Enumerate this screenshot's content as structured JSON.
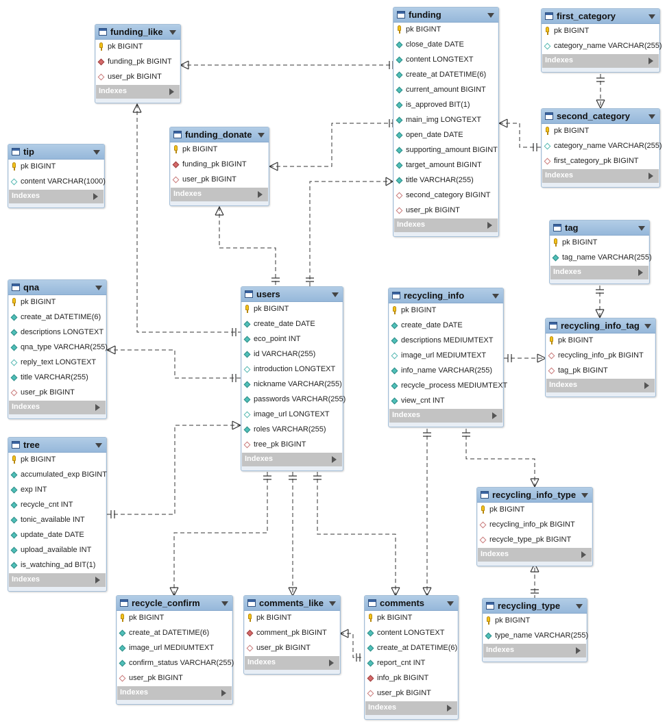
{
  "diagram": {
    "indexes_label": "Indexes",
    "tables": [
      {
        "id": "funding_like",
        "name": "funding_like",
        "columns": [
          {
            "text": "pk BIGINT",
            "icon": "key"
          },
          {
            "text": "funding_pk BIGINT",
            "icon": "fk"
          },
          {
            "text": "user_pk BIGINT",
            "icon": "fkn"
          }
        ]
      },
      {
        "id": "tip",
        "name": "tip",
        "columns": [
          {
            "text": "pk BIGINT",
            "icon": "key"
          },
          {
            "text": "content VARCHAR(1000)",
            "icon": "nl"
          }
        ]
      },
      {
        "id": "funding_donate",
        "name": "funding_donate",
        "columns": [
          {
            "text": "pk BIGINT",
            "icon": "key"
          },
          {
            "text": "funding_pk BIGINT",
            "icon": "fk"
          },
          {
            "text": "user_pk BIGINT",
            "icon": "fkn"
          }
        ]
      },
      {
        "id": "funding",
        "name": "funding",
        "columns": [
          {
            "text": "pk BIGINT",
            "icon": "key"
          },
          {
            "text": "close_date DATE",
            "icon": "nn"
          },
          {
            "text": "content LONGTEXT",
            "icon": "nn"
          },
          {
            "text": "create_at DATETIME(6)",
            "icon": "nn"
          },
          {
            "text": "current_amount BIGINT",
            "icon": "nn"
          },
          {
            "text": "is_approved BIT(1)",
            "icon": "nn"
          },
          {
            "text": "main_img LONGTEXT",
            "icon": "nn"
          },
          {
            "text": "open_date DATE",
            "icon": "nn"
          },
          {
            "text": "supporting_amount BIGINT",
            "icon": "nn"
          },
          {
            "text": "target_amount BIGINT",
            "icon": "nn"
          },
          {
            "text": "title VARCHAR(255)",
            "icon": "nn"
          },
          {
            "text": "second_category BIGINT",
            "icon": "fkn"
          },
          {
            "text": "user_pk BIGINT",
            "icon": "fkn"
          }
        ]
      },
      {
        "id": "first_category",
        "name": "first_category",
        "columns": [
          {
            "text": "pk BIGINT",
            "icon": "key"
          },
          {
            "text": "category_name VARCHAR(255)",
            "icon": "nl"
          }
        ]
      },
      {
        "id": "second_category",
        "name": "second_category",
        "columns": [
          {
            "text": "pk BIGINT",
            "icon": "key"
          },
          {
            "text": "category_name VARCHAR(255)",
            "icon": "nl"
          },
          {
            "text": "first_category_pk BIGINT",
            "icon": "fkn"
          }
        ]
      },
      {
        "id": "tag",
        "name": "tag",
        "columns": [
          {
            "text": "pk BIGINT",
            "icon": "key"
          },
          {
            "text": "tag_name VARCHAR(255)",
            "icon": "nn"
          }
        ]
      },
      {
        "id": "qna",
        "name": "qna",
        "columns": [
          {
            "text": "pk BIGINT",
            "icon": "key"
          },
          {
            "text": "create_at DATETIME(6)",
            "icon": "nn"
          },
          {
            "text": "descriptions LONGTEXT",
            "icon": "nn"
          },
          {
            "text": "qna_type VARCHAR(255)",
            "icon": "nn"
          },
          {
            "text": "reply_text LONGTEXT",
            "icon": "nl"
          },
          {
            "text": "title VARCHAR(255)",
            "icon": "nn"
          },
          {
            "text": "user_pk BIGINT",
            "icon": "fkn"
          }
        ]
      },
      {
        "id": "users",
        "name": "users",
        "columns": [
          {
            "text": "pk BIGINT",
            "icon": "key"
          },
          {
            "text": "create_date DATE",
            "icon": "nn"
          },
          {
            "text": "eco_point INT",
            "icon": "nn"
          },
          {
            "text": "id VARCHAR(255)",
            "icon": "nn"
          },
          {
            "text": "introduction LONGTEXT",
            "icon": "nl"
          },
          {
            "text": "nickname VARCHAR(255)",
            "icon": "nn"
          },
          {
            "text": "passwords VARCHAR(255)",
            "icon": "nn"
          },
          {
            "text": "image_url LONGTEXT",
            "icon": "nl"
          },
          {
            "text": "roles VARCHAR(255)",
            "icon": "nn"
          },
          {
            "text": "tree_pk BIGINT",
            "icon": "fkn"
          }
        ]
      },
      {
        "id": "recycling_info",
        "name": "recycling_info",
        "columns": [
          {
            "text": "pk BIGINT",
            "icon": "key"
          },
          {
            "text": "create_date DATE",
            "icon": "nn"
          },
          {
            "text": "descriptions MEDIUMTEXT",
            "icon": "nn"
          },
          {
            "text": "image_url MEDIUMTEXT",
            "icon": "nl"
          },
          {
            "text": "info_name VARCHAR(255)",
            "icon": "nn"
          },
          {
            "text": "recycle_process MEDIUMTEXT",
            "icon": "nn"
          },
          {
            "text": "view_cnt INT",
            "icon": "nn"
          }
        ]
      },
      {
        "id": "recycling_info_tag",
        "name": "recycling_info_tag",
        "columns": [
          {
            "text": "pk BIGINT",
            "icon": "key"
          },
          {
            "text": "recycling_info_pk BIGINT",
            "icon": "fkn"
          },
          {
            "text": "tag_pk BIGINT",
            "icon": "fkn"
          }
        ]
      },
      {
        "id": "tree",
        "name": "tree",
        "columns": [
          {
            "text": "pk BIGINT",
            "icon": "key"
          },
          {
            "text": "accumulated_exp BIGINT",
            "icon": "nn"
          },
          {
            "text": "exp INT",
            "icon": "nn"
          },
          {
            "text": "recycle_cnt INT",
            "icon": "nn"
          },
          {
            "text": "tonic_available INT",
            "icon": "nn"
          },
          {
            "text": "update_date DATE",
            "icon": "nn"
          },
          {
            "text": "upload_available INT",
            "icon": "nn"
          },
          {
            "text": "is_watching_ad BIT(1)",
            "icon": "nn"
          }
        ]
      },
      {
        "id": "recycling_info_type",
        "name": "recycling_info_type",
        "columns": [
          {
            "text": "pk BIGINT",
            "icon": "key"
          },
          {
            "text": "recycling_info_pk BIGINT",
            "icon": "fkn"
          },
          {
            "text": "recycle_type_pk BIGINT",
            "icon": "fkn"
          }
        ]
      },
      {
        "id": "recycle_confirm",
        "name": "recycle_confirm",
        "columns": [
          {
            "text": "pk BIGINT",
            "icon": "key"
          },
          {
            "text": "create_at DATETIME(6)",
            "icon": "nn"
          },
          {
            "text": "image_url MEDIUMTEXT",
            "icon": "nn"
          },
          {
            "text": "confirm_status VARCHAR(255)",
            "icon": "nn"
          },
          {
            "text": "user_pk BIGINT",
            "icon": "fkn"
          }
        ]
      },
      {
        "id": "comments_like",
        "name": "comments_like",
        "columns": [
          {
            "text": "pk BIGINT",
            "icon": "key"
          },
          {
            "text": "comment_pk BIGINT",
            "icon": "fk"
          },
          {
            "text": "user_pk BIGINT",
            "icon": "fkn"
          }
        ]
      },
      {
        "id": "comments",
        "name": "comments",
        "columns": [
          {
            "text": "pk BIGINT",
            "icon": "key"
          },
          {
            "text": "content LONGTEXT",
            "icon": "nn"
          },
          {
            "text": "create_at DATETIME(6)",
            "icon": "nn"
          },
          {
            "text": "report_cnt INT",
            "icon": "nn"
          },
          {
            "text": "info_pk BIGINT",
            "icon": "fk"
          },
          {
            "text": "user_pk BIGINT",
            "icon": "fkn"
          }
        ]
      },
      {
        "id": "recycling_type",
        "name": "recycling_type",
        "columns": [
          {
            "text": "pk BIGINT",
            "icon": "key"
          },
          {
            "text": "type_name VARCHAR(255)",
            "icon": "nn"
          }
        ]
      }
    ],
    "relationships": [
      {
        "parent": "funding",
        "child": "funding_like"
      },
      {
        "parent": "funding",
        "child": "funding_donate"
      },
      {
        "parent": "users",
        "child": "funding_like"
      },
      {
        "parent": "users",
        "child": "funding_donate"
      },
      {
        "parent": "users",
        "child": "funding"
      },
      {
        "parent": "first_category",
        "child": "second_category"
      },
      {
        "parent": "second_category",
        "child": "funding"
      },
      {
        "parent": "tag",
        "child": "recycling_info_tag"
      },
      {
        "parent": "recycling_info",
        "child": "recycling_info_tag"
      },
      {
        "parent": "users",
        "child": "qna"
      },
      {
        "parent": "tree",
        "child": "users"
      },
      {
        "parent": "recycling_info",
        "child": "recycling_info_type"
      },
      {
        "parent": "recycling_type",
        "child": "recycling_info_type"
      },
      {
        "parent": "users",
        "child": "recycle_confirm"
      },
      {
        "parent": "users",
        "child": "comments_like"
      },
      {
        "parent": "users",
        "child": "comments"
      },
      {
        "parent": "recycling_info",
        "child": "comments"
      },
      {
        "parent": "comments",
        "child": "comments_like"
      }
    ]
  }
}
